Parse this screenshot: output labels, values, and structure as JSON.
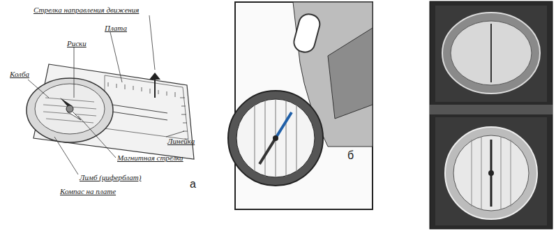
{
  "diagram": {
    "labels": [
      "Стрелка направления движения",
      "Плата",
      "Риски",
      "Колба",
      "Линейка",
      "Магнитная стрелка",
      "Лимб (циферблат)",
      "Компас на плате",
      "а",
      "б"
    ]
  }
}
